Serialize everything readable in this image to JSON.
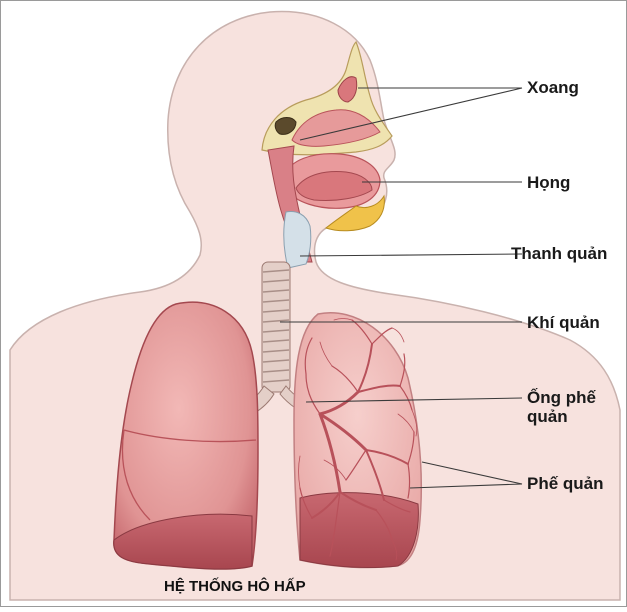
{
  "diagram": {
    "caption": "HỆ THỐNG HÔ HẤP",
    "labels": {
      "xoang": "Xoang",
      "hong": "Họng",
      "thanh_quan": "Thanh quản",
      "khi_quan": "Khí quản",
      "ong_phe_quan_line1": "Ống phế",
      "ong_phe_quan_line2": "quản",
      "phe_quan": "Phế quản"
    }
  },
  "colors": {
    "skin": "#f7e2de",
    "skin_outline": "#c9b2ae",
    "lung": "#e9a4a4",
    "lung_dark": "#b9535a",
    "tissue": "#d9777c",
    "cartilage": "#e7d6d0",
    "bone": "#efe3b0",
    "leader": "#3a3a3a"
  }
}
